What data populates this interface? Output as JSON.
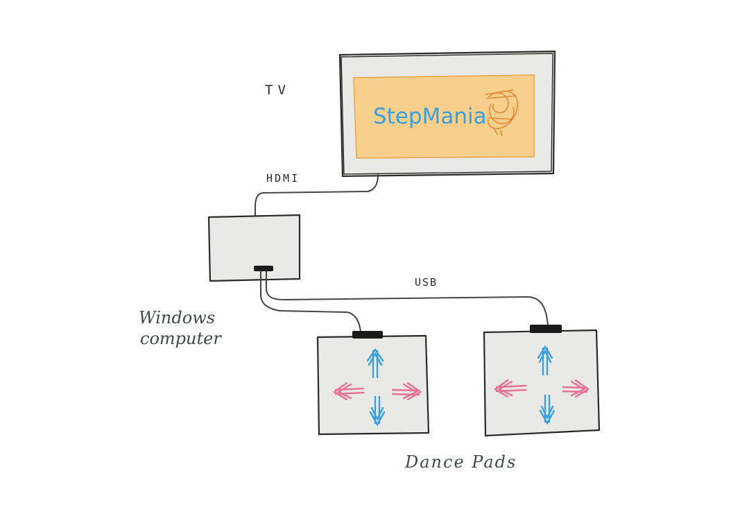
{
  "labels": {
    "tv": "TV",
    "hdmi": "HDMI",
    "usb": "USB",
    "computer_line1": "Windows",
    "computer_line2": "computer",
    "dance_pads": "Dance Pads"
  },
  "screen": {
    "logo_text": "StepMania"
  },
  "colors": {
    "screen_background": "#f9cf8c",
    "logo_text": "#3a9fe0",
    "logo_swirl": "#e8893a",
    "arrow_vertical": "#3a9fe0",
    "arrow_horizontal": "#ea6f96",
    "device_fill": "#e9e9e6",
    "outline": "#2a2a2a"
  },
  "pads": [
    {
      "arrows": [
        "up-arrow",
        "down-arrow",
        "left-arrow",
        "right-arrow"
      ]
    },
    {
      "arrows": [
        "up-arrow",
        "down-arrow",
        "left-arrow",
        "right-arrow"
      ]
    }
  ]
}
